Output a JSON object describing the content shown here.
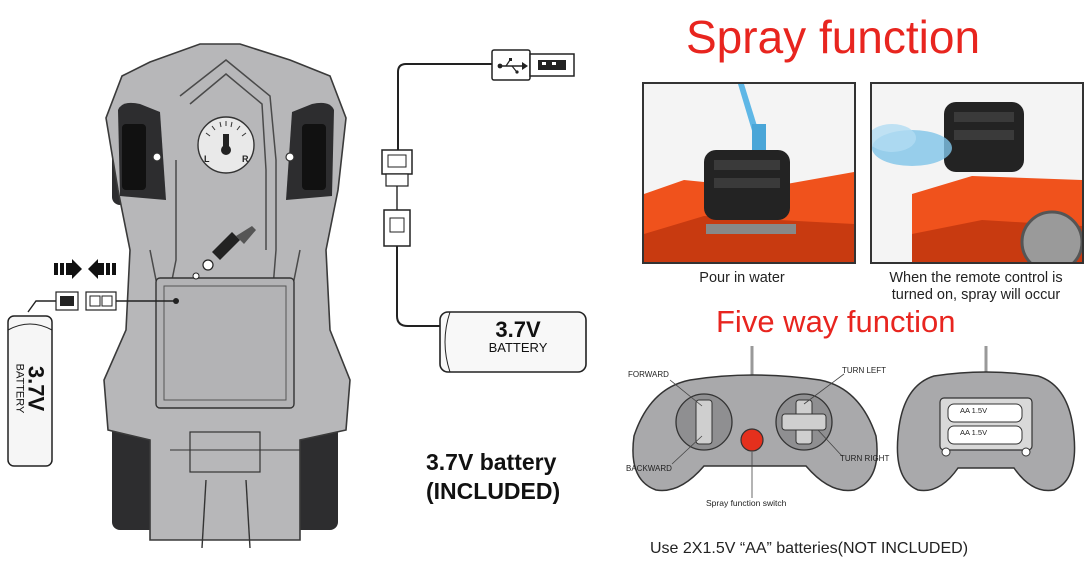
{
  "left": {
    "battery_pack_label_volt": "3.7V",
    "battery_pack_label_word": "BATTERY",
    "usb_battery_label_volt": "3.7V",
    "usb_battery_label_word": "BATTERY",
    "dial_left": "L",
    "dial_right": "R",
    "battery_note_line1": "3.7V battery",
    "battery_note_line2": "(INCLUDED)"
  },
  "spray": {
    "title": "Spray function",
    "caption_left": "Pour in water",
    "caption_right_line1": "When the remote control is",
    "caption_right_line2": "turned on, spray will occur"
  },
  "five_way": {
    "title": "Five way function",
    "label_forward": "FORWARD",
    "label_backward": "BACKWARD",
    "label_turn_left": "TURN LEFT",
    "label_turn_right": "TURN RIGHT",
    "label_spray_switch": "Spray function switch",
    "cell_label_1": "AA 1.5V",
    "cell_label_2": "AA 1.5V",
    "footer": "Use 2X1.5V “AA” batteries(NOT INCLUDED)"
  },
  "colors": {
    "title_red": "#e8251f",
    "car_gray": "#b7b7b9",
    "car_dark": "#2d2d2f",
    "toy_orange": "#f0521c",
    "remote_gray": "#a9a9ab"
  }
}
